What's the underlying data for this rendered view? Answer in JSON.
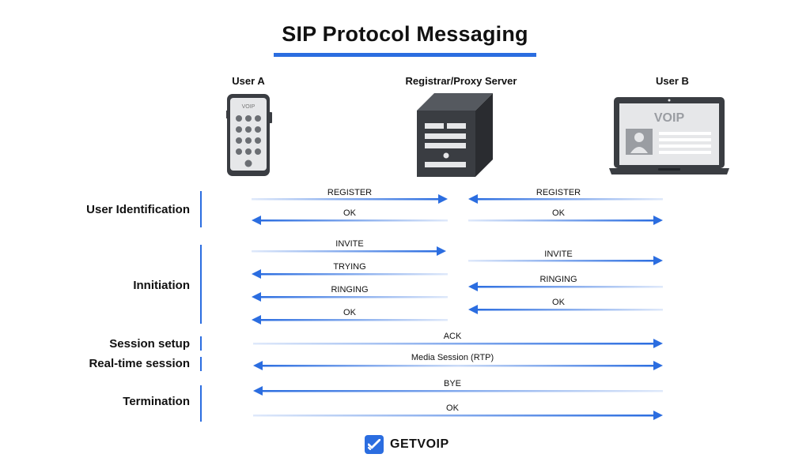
{
  "title": "SIP Protocol Messaging",
  "actors": {
    "user_a": "User A",
    "server": "Registrar/Proxy Server",
    "user_b": "User B"
  },
  "devices": {
    "phone_screen_text": "VOIP",
    "laptop_screen_text": "VOIP"
  },
  "phases": {
    "user_identification": "User Identification",
    "initiation": "Innitiation",
    "session_setup": "Session setup",
    "realtime_session": "Real-time session",
    "termination": "Termination"
  },
  "messages": {
    "register_a": "REGISTER",
    "register_b": "REGISTER",
    "ok_a_1": "OK",
    "ok_b_1": "OK",
    "invite_a": "INVITE",
    "invite_b": "INVITE",
    "trying_a": "TRYING",
    "ringing_b": "RINGING",
    "ringing_a": "RINGING",
    "ok_b_2": "OK",
    "ok_a_2": "OK",
    "ack": "ACK",
    "media": "Media Session (RTP)",
    "bye": "BYE",
    "ok_end": "OK"
  },
  "brand": {
    "name": "GETVOIP"
  },
  "colors": {
    "accent": "#2b6de0",
    "device_dark": "#3a3d42",
    "device_light": "#e6e7e9"
  }
}
